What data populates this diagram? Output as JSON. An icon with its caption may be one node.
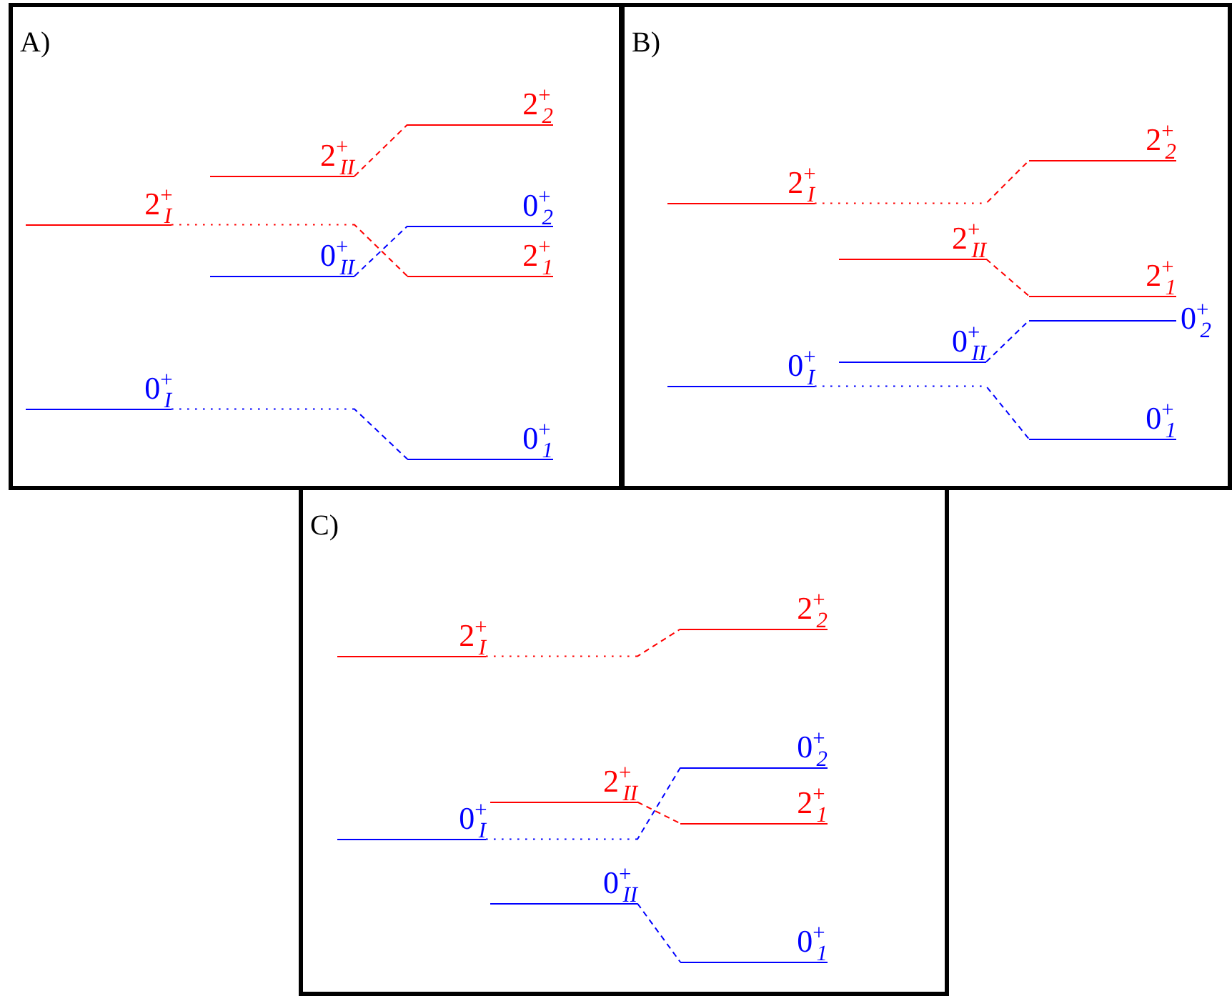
{
  "diagram": {
    "nodes": [
      {
        "text": [
          "A)"
        ]
      },
      {
        "text": [
          "2$^{+}$$_{I}$"
        ],
        "in": 0
      },
      {
        "text": [
          "0$^{+}$$_{I}$"
        ],
        "in": 0
      },
      {
        "text": [
          "2$^{+}$$_{II}$"
        ],
        "in": 0
      },
      {
        "text": [
          "0$^{+}$$_{II}$"
        ],
        "in": 0
      },
      {
        "text": [
          "2$^{+}$$_{2}$"
        ],
        "in": 0
      },
      {
        "text": [
          "0$^{+}$$_{2}$"
        ],
        "in": 0
      },
      {
        "text": [
          "2$^{+}$$_{1}$"
        ],
        "in": 0
      },
      {
        "text": [
          "0$^{+}$$_{1}$"
        ],
        "in": 0
      },
      {
        "text": [
          "B)"
        ]
      },
      {
        "text": [
          "2$^{+}$$_{I}$"
        ],
        "in": 9
      },
      {
        "text": [
          "0$^{+}$$_{I}$"
        ],
        "in": 9
      },
      {
        "text": [
          "2$^{+}$$_{II}$"
        ],
        "in": 9
      },
      {
        "text": [
          "0$^{+}$$_{II}$"
        ],
        "in": 9
      },
      {
        "text": [
          "2$^{+}$$_{2}$"
        ],
        "in": 9
      },
      {
        "text": [
          "2$^{+}$$_{1}$"
        ],
        "in": 9
      },
      {
        "text": [
          "0$^{+}$$_{2}$"
        ],
        "in": 9
      },
      {
        "text": [
          "0$^{+}$$_{1}$"
        ],
        "in": 9
      },
      {
        "text": [
          "C)"
        ]
      },
      {
        "text": [
          "2$^{+}$$_{I}$"
        ],
        "in": 18
      },
      {
        "text": [
          "0$^{+}$$_{I}$"
        ],
        "in": 18
      },
      {
        "text": [
          "2$^{+}$$_{II}$"
        ],
        "in": 18
      },
      {
        "text": [
          "0$^{+}$$_{II}$"
        ],
        "in": 18
      },
      {
        "text": [
          "2$^{+}$$_{2}$"
        ],
        "in": 18
      },
      {
        "text": [
          "0$^{+}$$_{2}$"
        ],
        "in": 18
      },
      {
        "text": [
          "2$^{+}$$_{1}$"
        ],
        "in": 18
      },
      {
        "text": [
          "0$^{+}$$_{1}$"
        ],
        "in": 18
      }
    ],
    "edges": [
      {
        "from": 1,
        "to": 7,
        "arrow": "none",
        "style": "dashed",
        "color": "#ff0000"
      },
      {
        "from": 3,
        "to": 5,
        "arrow": "none",
        "style": "dashed",
        "color": "#ff0000"
      },
      {
        "from": 4,
        "to": 6,
        "arrow": "none",
        "style": "dashed",
        "color": "#0000ff"
      },
      {
        "from": 2,
        "to": 8,
        "arrow": "none",
        "style": "dashed",
        "color": "#0000ff"
      },
      {
        "from": 10,
        "to": 14,
        "arrow": "none",
        "style": "dashed",
        "color": "#ff0000"
      },
      {
        "from": 12,
        "to": 15,
        "arrow": "none",
        "style": "dashed",
        "color": "#ff0000"
      },
      {
        "from": 13,
        "to": 16,
        "arrow": "none",
        "style": "dashed",
        "color": "#0000ff"
      },
      {
        "from": 11,
        "to": 17,
        "arrow": "none",
        "style": "dashed",
        "color": "#0000ff"
      },
      {
        "from": 19,
        "to": 23,
        "arrow": "none",
        "style": "dashed",
        "color": "#ff0000"
      },
      {
        "from": 20,
        "to": 24,
        "arrow": "none",
        "style": "dashed",
        "color": "#0000ff"
      },
      {
        "from": 21,
        "to": 25,
        "arrow": "none",
        "style": "dashed",
        "color": "#ff0000"
      },
      {
        "from": 22,
        "to": 26,
        "arrow": "none",
        "style": "dashed",
        "color": "#0000ff"
      }
    ]
  }
}
